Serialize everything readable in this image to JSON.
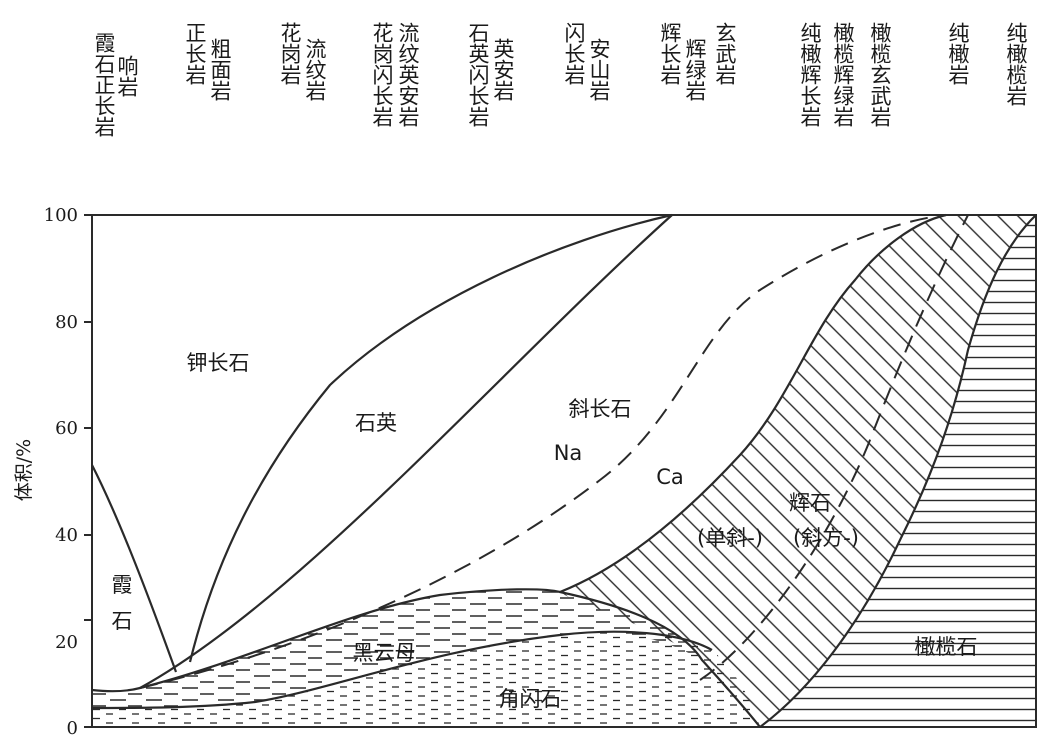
{
  "rock_columns": [
    {
      "main": "霞石正长岩",
      "paren": "响岩"
    },
    {
      "main": "正长岩",
      "paren": "粗面岩"
    },
    {
      "main": "花岗岩",
      "paren": "流纹岩"
    },
    {
      "main": "花岗闪长岩",
      "paren": "流纹英安岩"
    },
    {
      "main": "石英闪长岩",
      "paren": "英安岩"
    },
    {
      "main": "闪长岩",
      "paren": "安山岩"
    },
    {
      "main": "辉长岩",
      "paren": "辉绿岩"
    },
    {
      "main": "",
      "paren": "玄武岩"
    },
    {
      "main": "纯橄辉长岩",
      "paren": "橄榄辉绿岩"
    },
    {
      "main": "",
      "paren": "橄榄玄武岩"
    },
    {
      "main": "纯橄岩",
      "paren": ""
    },
    {
      "main": "纯橄榄岩",
      "paren": ""
    }
  ],
  "axis": {
    "ylabel": "体积/%",
    "yticks": [
      "0",
      "20",
      "40",
      "60",
      "80",
      "100"
    ]
  },
  "minerals": {
    "nepheline_a": "霞",
    "nepheline_b": "石",
    "kfeldspar": "钾长石",
    "quartz": "石英",
    "plagioclase": "斜长石",
    "na": "Na",
    "ca": "Ca",
    "pyroxene": "辉石",
    "mono": "(单斜-)",
    "ortho": "(斜方-)",
    "biotite": "黑云母",
    "hornblende": "角闪石",
    "olivine": "橄榄石"
  }
}
